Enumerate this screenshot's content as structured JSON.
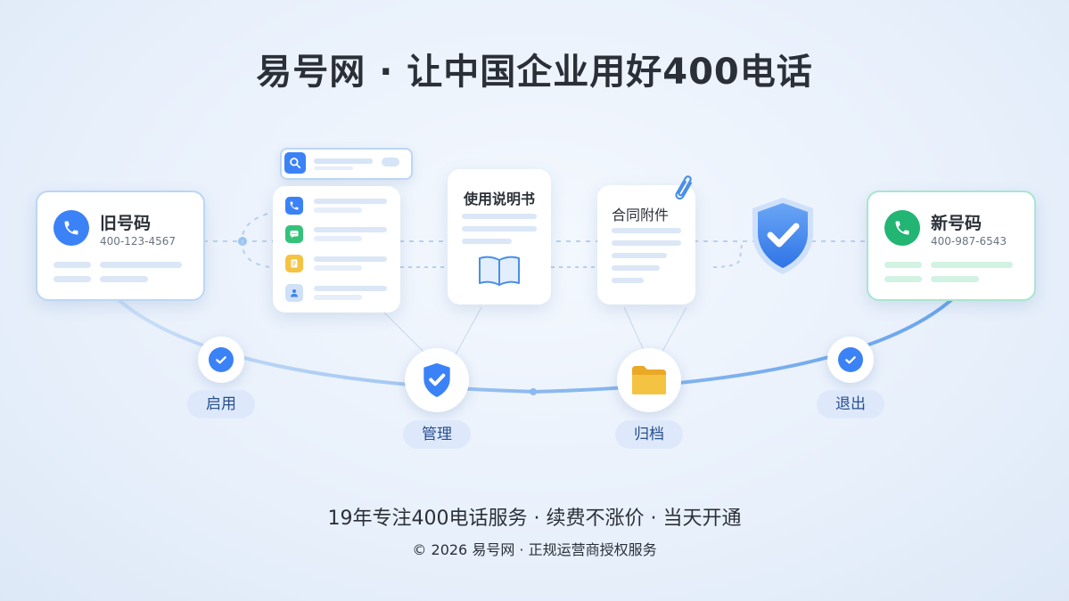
{
  "header": {
    "title": "易号网 · 让中国企业用好400电话"
  },
  "old_number": {
    "label": "旧号码",
    "value": "400-123-4567",
    "icon": "phone-icon"
  },
  "new_number": {
    "label": "新号码",
    "value": "400-987-6543",
    "icon": "phone-icon"
  },
  "documents": {
    "manual_title": "使用说明书",
    "attachment_title": "合同附件"
  },
  "list_panel": {
    "icons": [
      "phone-icon",
      "chat-icon",
      "note-icon",
      "user-icon"
    ]
  },
  "timeline": {
    "steps": [
      {
        "label": "启用",
        "icon": "check-icon"
      },
      {
        "label": "管理",
        "icon": "shield-check-icon"
      },
      {
        "label": "归档",
        "icon": "folder-icon"
      },
      {
        "label": "退出",
        "icon": "check-icon"
      }
    ]
  },
  "footer": {
    "tagline": "19年专注400电话服务 · 续费不涨价 · 当天开通",
    "copyright": "© 2026 易号网 · 正规运营商授权服务"
  },
  "colors": {
    "primary_blue": "#3b82f6",
    "green": "#22b573",
    "folder_yellow": "#f5c342",
    "title_text": "#2b3038"
  }
}
